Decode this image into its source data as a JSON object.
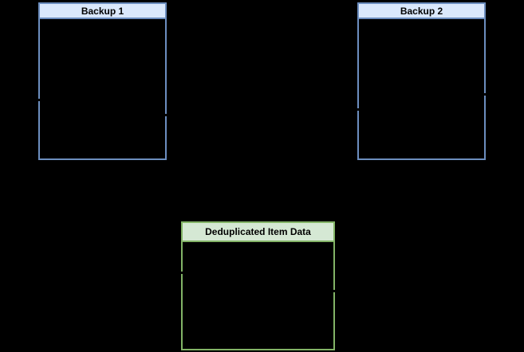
{
  "diagram": {
    "background_color": "#000000",
    "connector_color": "#000000",
    "nodes": [
      {
        "id": "backup-1",
        "label": "Backup 1",
        "header_fill": "#dae8fc",
        "border_color": "#6c8ebf",
        "label_color": "#000000"
      },
      {
        "id": "backup-2",
        "label": "Backup 2",
        "header_fill": "#dae8fc",
        "border_color": "#6c8ebf",
        "label_color": "#000000"
      },
      {
        "id": "deduplicated-item-data",
        "label": "Deduplicated Item Data",
        "header_fill": "#d5e8d4",
        "border_color": "#82b366",
        "label_color": "#000000"
      }
    ]
  }
}
